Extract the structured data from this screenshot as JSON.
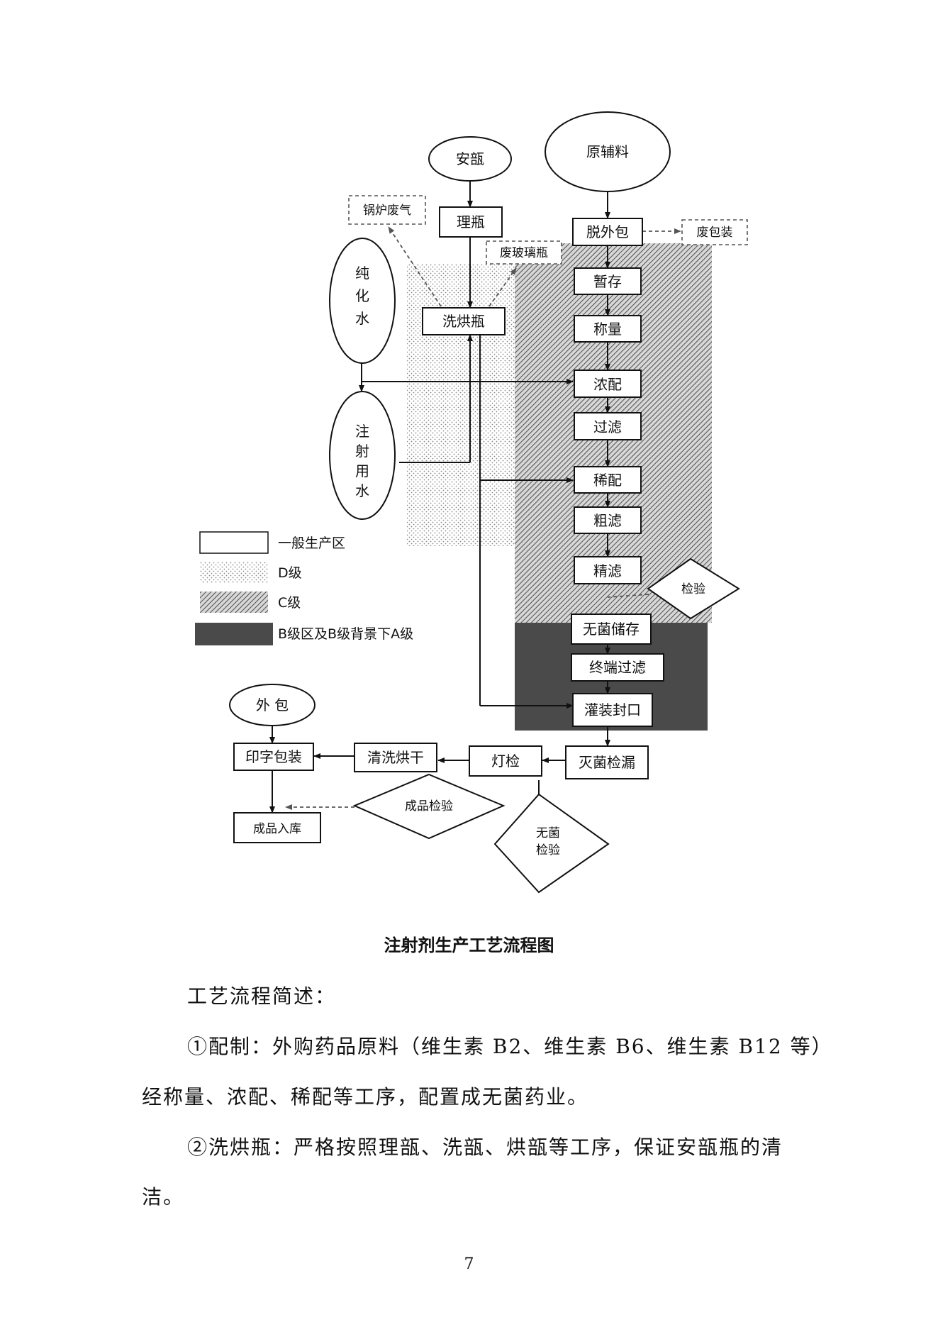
{
  "diagram": {
    "nodes": {
      "anpou": "安瓿",
      "yuanfuliao": "原辅料",
      "guolu_feiqi": "锅炉废气",
      "liping": "理瓶",
      "tuowaibao": "脱外包",
      "feibaozhuang": "废包装",
      "feiboliping": "废玻璃瓶",
      "chunhuashui": [
        "纯",
        "化",
        "水"
      ],
      "xihongping": "洗烘瓶",
      "zancun": "暂存",
      "chengliang": "称量",
      "nongpei": "浓配",
      "guolv": "过滤",
      "zhusheyongshui": [
        "注",
        "射",
        "用",
        "水"
      ],
      "xipei": "稀配",
      "culv": "粗滤",
      "jinglv": "精滤",
      "jianyan": "检验",
      "wujunchucun": "无菌储存",
      "zhongduanguolv": "终端过滤",
      "guanzhuangfengkou": "灌装封口",
      "waibao": "外 包",
      "yinzibaozhuang": "印字包装",
      "qingxihonggan": "清洗烘干",
      "dengjian": "灯检",
      "miejunjianlou": "灭菌检漏",
      "chengpinjianyan": "成品检验",
      "wujunjianyan": [
        "无菌",
        "检验"
      ],
      "chengpinruku": "成品入库"
    },
    "legend": [
      {
        "label": "一般生产区",
        "pattern": "white"
      },
      {
        "label": "D级",
        "pattern": "dots"
      },
      {
        "label": "C级",
        "pattern": "hatch"
      },
      {
        "label": "B级区及B级背景下A级",
        "pattern": "dark"
      }
    ]
  },
  "caption": "注射剂生产工艺流程图",
  "text": {
    "heading": "工艺流程简述：",
    "item1_line1": "①配制：外购药品原料（维生素 B2、维生素 B6、维生素 B12 等）",
    "item1_line2": "经称量、浓配、稀配等工序，配置成无菌药业。",
    "item2_line1": "②洗烘瓶：严格按照理瓿、洗瓿、烘瓿等工序，保证安瓿瓶的清",
    "item2_line2": "洁。"
  },
  "page_number": "7",
  "colors": {
    "dark_zone": "#4a4a4a",
    "hatch": "#777777",
    "dots": "#9a9a9a"
  }
}
